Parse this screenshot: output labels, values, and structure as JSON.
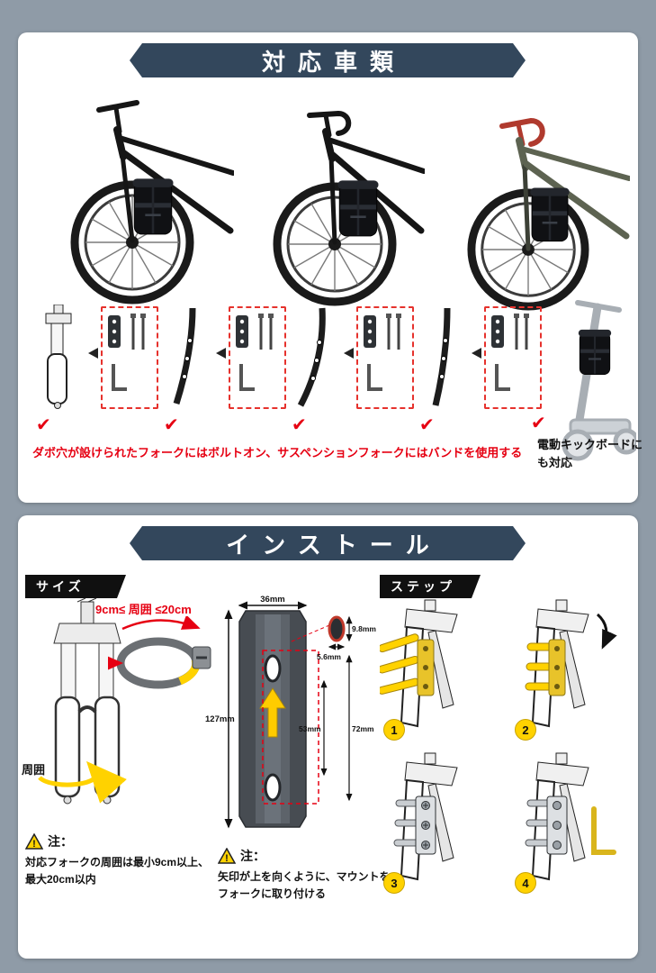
{
  "section1": {
    "title": "対応車類",
    "caption_red": "ダボ穴が設けられたフォークにはボルトオン、サスペンションフォークにはバンドを使用する",
    "caption_black": "電動キックボードにも対応",
    "check": "✔"
  },
  "section2": {
    "title": "インストール",
    "size_label": "サイズ",
    "steps_label": "ステップ",
    "size_range": "9cm≤ 周囲 ≤20cm",
    "circumference_label": "周囲",
    "dims": {
      "plate_width": "36mm",
      "plate_height": "127mm",
      "hole_height": "9.8mm",
      "hole_width": "5.6mm",
      "hole_spacing_inner": "53mm",
      "hole_spacing_outer": "72mm"
    },
    "note1": {
      "label": "注：",
      "text": "対応フォークの周囲は最小9cm以上、最大20cm以内"
    },
    "note2": {
      "label": "注：",
      "text": "矢印が上を向くように、マウントをフォークに取り付ける"
    },
    "steps": [
      {
        "num": "1"
      },
      {
        "num": "2"
      },
      {
        "num": "3"
      },
      {
        "num": "4"
      }
    ]
  },
  "colors": {
    "accent_red": "#e60012",
    "banner_navy": "#33475c",
    "highlight_yellow": "#ffd200",
    "page_bg": "#8f9ba7"
  }
}
